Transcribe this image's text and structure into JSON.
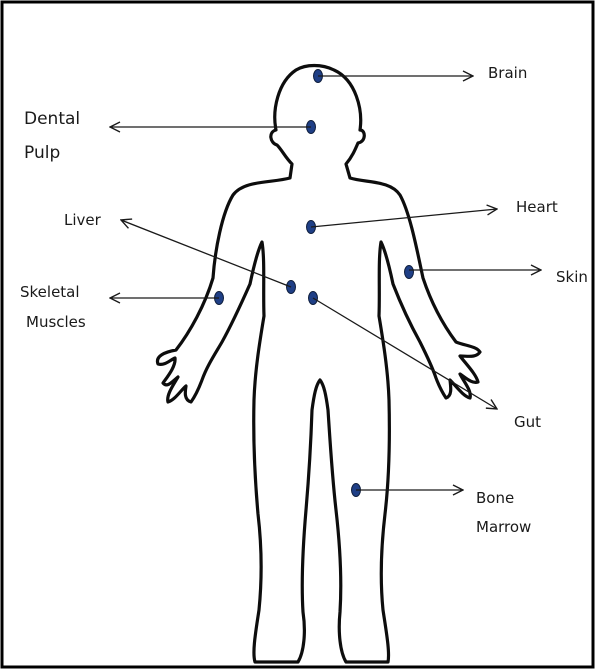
{
  "colors": {
    "marker": "#1f3f86",
    "outline": "#0d0d0d",
    "frame": "#000000"
  },
  "labels": {
    "brain": "Brain",
    "dental_1": "Dental",
    "dental_2": "Pulp",
    "heart": "Heart",
    "liver": "Liver",
    "skin": "Skin",
    "skeletal_1": "Skeletal",
    "skeletal_2": "Muscles",
    "gut": "Gut",
    "bone_1": "Bone",
    "bone_2": "Marrow"
  }
}
